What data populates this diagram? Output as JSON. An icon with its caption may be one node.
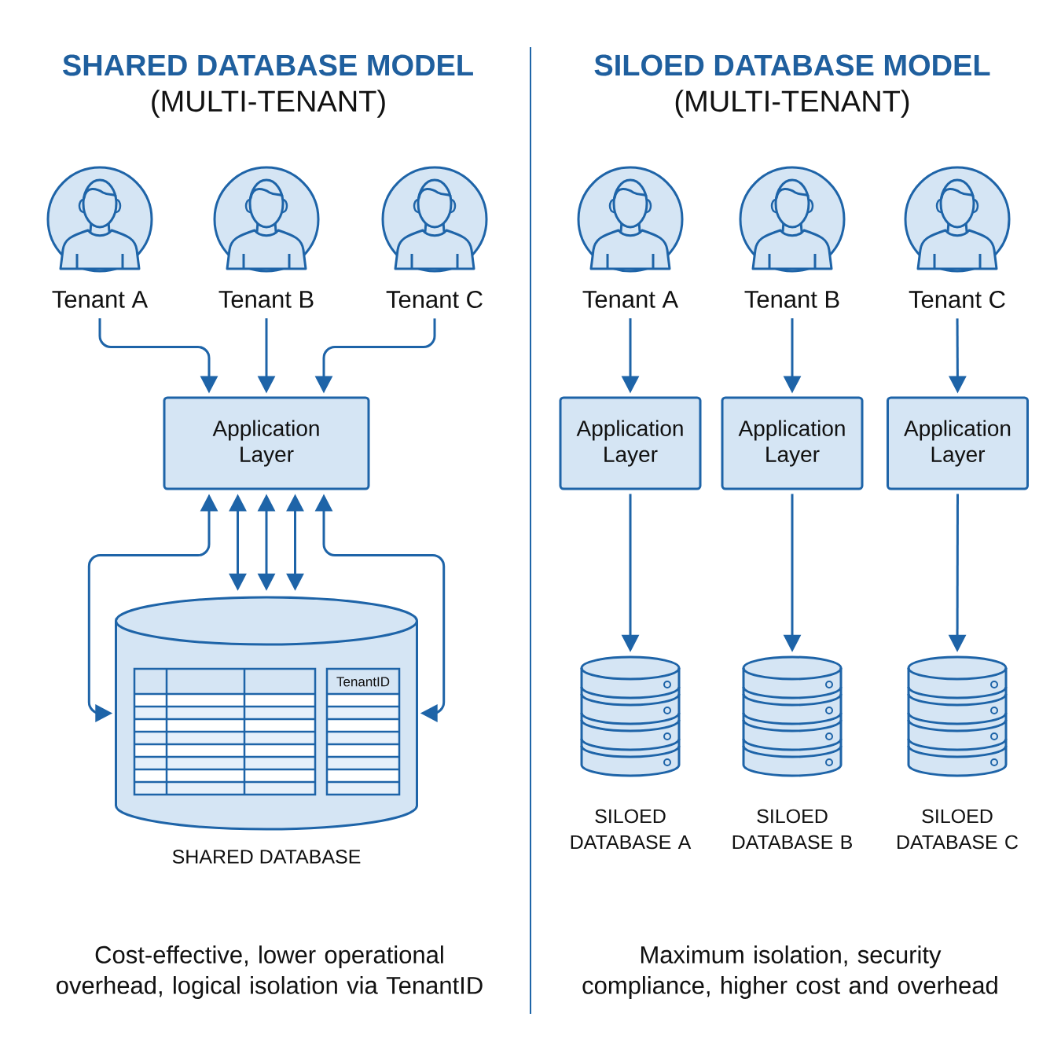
{
  "diagram": {
    "nodes": [
      {
        "text": [
          "Tenant A"
        ]
      },
      {
        "text": [
          "Tenant B"
        ]
      },
      {
        "text": [
          "Tenant C"
        ]
      },
      {
        "text": [
          "Application Layer"
        ]
      },
      {
        "text": [
          "SHARED DATABASE"
        ]
      },
      {
        "text": [
          "TenantID"
        ],
        "in": 4
      },
      {
        "text": [
          "Tenant A"
        ]
      },
      {
        "text": [
          "Tenant B"
        ]
      },
      {
        "text": [
          "Tenant C"
        ]
      },
      {
        "text": [
          "Application Layer"
        ]
      },
      {
        "text": [
          "Application Layer"
        ]
      },
      {
        "text": [
          "Application Layer"
        ]
      },
      {
        "text": [
          "SILOED DATABASE A"
        ]
      },
      {
        "text": [
          "SILOED DATABASE B"
        ]
      },
      {
        "text": [
          "SILOED DATABASE C"
        ]
      }
    ],
    "edges": [
      {
        "from": 0,
        "to": 3,
        "arrow": "to"
      },
      {
        "from": 1,
        "to": 3,
        "arrow": "to"
      },
      {
        "from": 2,
        "to": 3,
        "arrow": "to"
      },
      {
        "from": 3,
        "to": 4,
        "arrow": "both"
      },
      {
        "from": 3,
        "to": 4,
        "arrow": "both"
      },
      {
        "from": 3,
        "to": 4,
        "arrow": "both"
      },
      {
        "from": 3,
        "to": 4,
        "arrow": "both"
      },
      {
        "from": 3,
        "to": 4,
        "arrow": "both"
      },
      {
        "from": 6,
        "to": 9,
        "arrow": "to"
      },
      {
        "from": 7,
        "to": 10,
        "arrow": "to"
      },
      {
        "from": 8,
        "to": 11,
        "arrow": "to"
      },
      {
        "from": 9,
        "to": 12,
        "arrow": "to"
      },
      {
        "from": 10,
        "to": 13,
        "arrow": "to"
      },
      {
        "from": 11,
        "to": 14,
        "arrow": "to"
      }
    ],
    "labels": [
      "SHARED DATABASE MODEL",
      "(MULTI-TENANT)",
      "SILOED DATABASE MODEL",
      "(MULTI-TENANT)",
      "Cost-effective, lower operational overhead, logical isolation via TenantID",
      "Maximum isolation, security compliance, higher cost and overhead"
    ]
  }
}
